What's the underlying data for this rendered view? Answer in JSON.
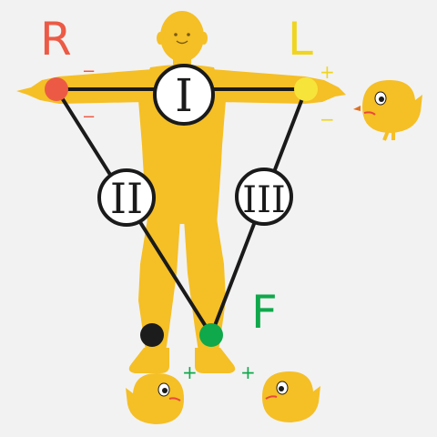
{
  "labels": {
    "right_arm": "R",
    "left_arm": "L",
    "foot": "F"
  },
  "leads": {
    "lead_1": "I",
    "lead_2": "II",
    "lead_3": "III"
  },
  "polarity": {
    "r_top": "−",
    "r_bottom": "−",
    "l_top": "+",
    "l_bottom": "−",
    "f_left": "+",
    "f_right": "+"
  },
  "colors": {
    "background": "#f2f2f2",
    "figure": "#f5bf26",
    "electrode_r": "#ec5a45",
    "electrode_l": "#f7e43a",
    "electrode_f": "#0fa84b",
    "electrode_ground": "#1c1c1c",
    "lead_wire": "#1a1a1a",
    "chick_cheek": "#e8483d"
  },
  "icons": [
    "human-figure-icon",
    "chick-icon"
  ]
}
